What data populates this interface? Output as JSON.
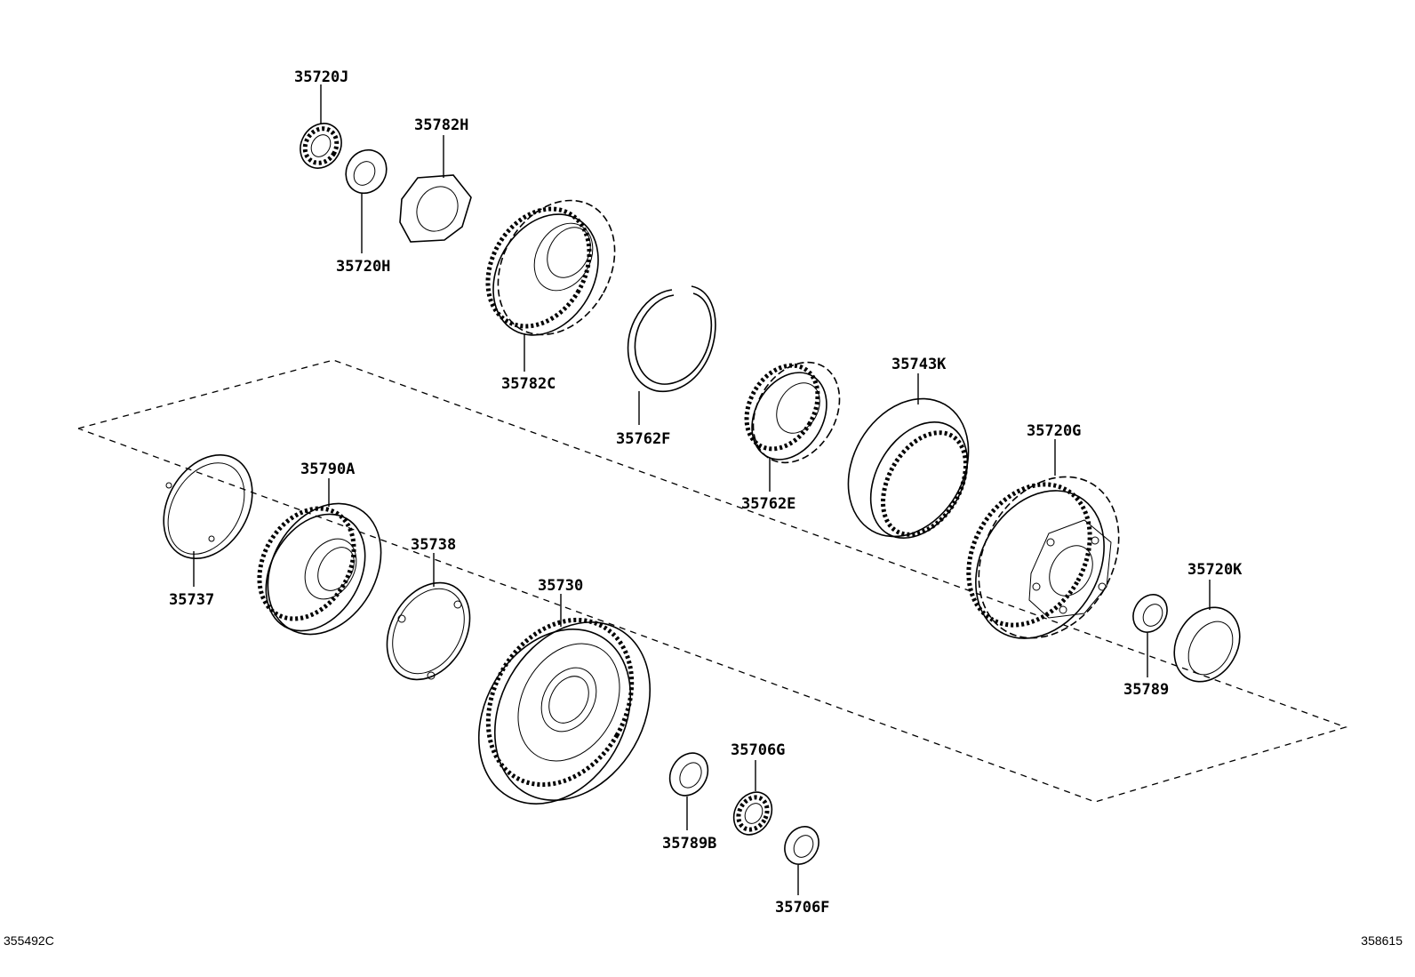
{
  "parts": {
    "p35720J": "35720J",
    "p35782H": "35782H",
    "p35720H": "35720H",
    "p35782C": "35782C",
    "p35762F": "35762F",
    "p35743K": "35743K",
    "p35762E": "35762E",
    "p35720G": "35720G",
    "p35790A": "35790A",
    "p35737": "35737",
    "p35738": "35738",
    "p35730": "35730",
    "p35720K": "35720K",
    "p35789": "35789",
    "p35706G": "35706G",
    "p35789B": "35789B",
    "p35706F": "35706F"
  },
  "footer": {
    "left_code": "355492C",
    "right_code": "358615"
  }
}
